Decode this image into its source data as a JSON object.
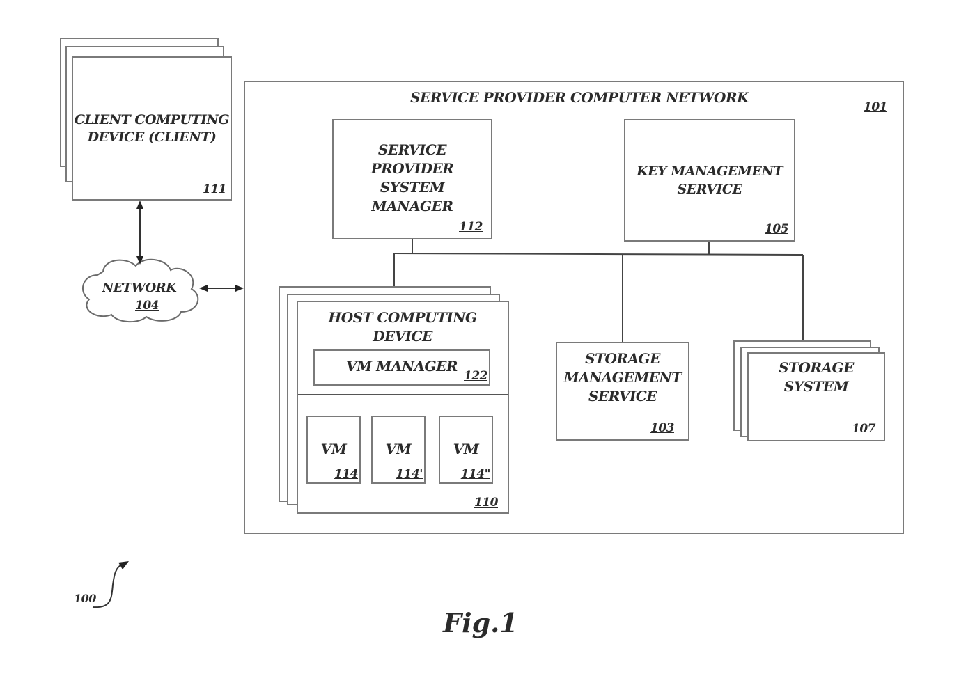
{
  "diagram": {
    "figure_label": "Fig.1",
    "figure_ref": "100",
    "nodes": {
      "client": {
        "label_lines": [
          "CLIENT COMPUTING",
          "DEVICE (CLIENT)"
        ],
        "ref": "111"
      },
      "network": {
        "label": "NETWORK",
        "ref": "104"
      },
      "provider_network": {
        "label": "SERVICE PROVIDER COMPUTER NETWORK",
        "ref": "101"
      },
      "system_manager": {
        "label_lines": [
          "SERVICE",
          "PROVIDER",
          "SYSTEM",
          "MANAGER"
        ],
        "ref": "112"
      },
      "key_management": {
        "label_lines": [
          "KEY MANAGEMENT",
          "SERVICE"
        ],
        "ref": "105"
      },
      "host": {
        "label_lines": [
          "HOST COMPUTING",
          "DEVICE"
        ],
        "ref": "110"
      },
      "vm_manager": {
        "label": "VM MANAGER",
        "ref": "122"
      },
      "vms": [
        {
          "label": "VM",
          "ref": "114"
        },
        {
          "label": "VM",
          "ref": "114'"
        },
        {
          "label": "VM",
          "ref": "114\""
        }
      ],
      "storage_management": {
        "label_lines": [
          "STORAGE",
          "MANAGEMENT",
          "SERVICE"
        ],
        "ref": "103"
      },
      "storage_system": {
        "label_lines": [
          "STORAGE",
          "SYSTEM"
        ],
        "ref": "107"
      }
    },
    "edges": [
      {
        "from": "client",
        "to": "network",
        "type": "bidirectional-arrow"
      },
      {
        "from": "network",
        "to": "provider_network",
        "type": "bidirectional-arrow"
      },
      {
        "from": "system_manager",
        "to": "bus",
        "type": "line"
      },
      {
        "from": "key_management",
        "to": "bus",
        "type": "line"
      },
      {
        "from": "bus",
        "to": "host",
        "type": "line"
      },
      {
        "from": "bus",
        "to": "storage_management",
        "type": "line"
      },
      {
        "from": "bus",
        "to": "storage_system",
        "type": "line"
      }
    ]
  }
}
